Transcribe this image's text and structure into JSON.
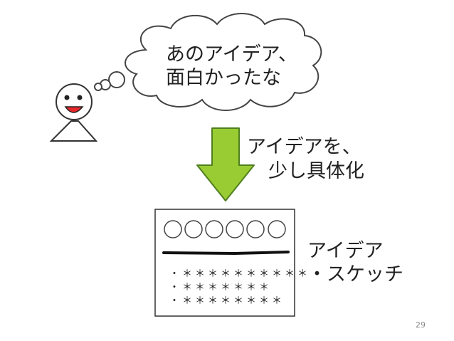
{
  "thought": {
    "line1": "あのアイデア、",
    "line2": "面白かったな"
  },
  "action": {
    "line1": "アイデアを、",
    "line2": "少し具体化"
  },
  "sketch": {
    "label_line1": "アイデア",
    "label_line2": "・スケッチ",
    "rows": [
      "・＊＊＊＊＊＊＊＊＊＊",
      "・＊＊＊＊＊＊＊",
      "・＊＊＊＊＊＊＊＊"
    ],
    "circle_count": 6
  },
  "slide": {
    "page_number": "29"
  },
  "colors": {
    "arrow_fill": "#99cc33",
    "arrow_stroke": "#4f7f1f",
    "mouth": "#e8272b",
    "outline": "#333333"
  }
}
